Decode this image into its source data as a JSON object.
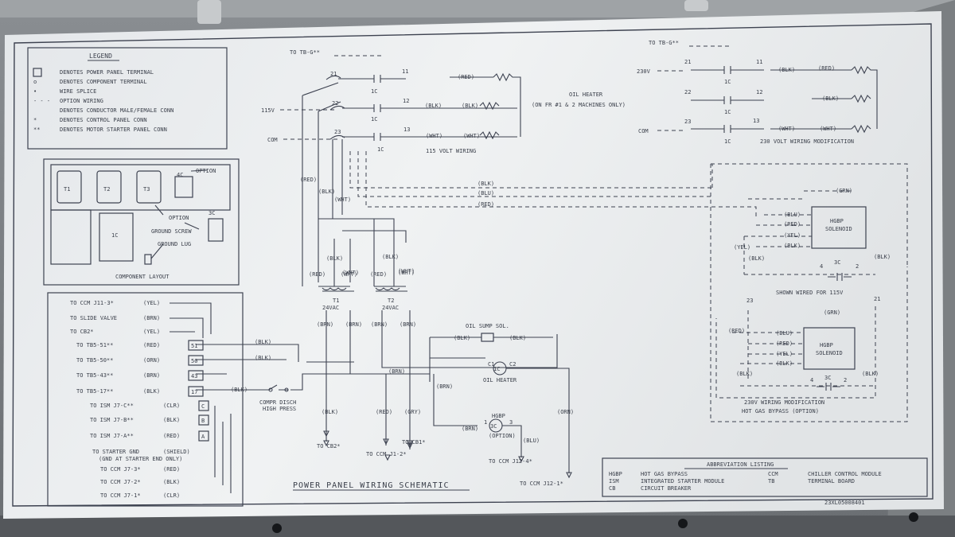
{
  "legend": {
    "title": "LEGEND",
    "items": [
      "DENOTES POWER PANEL TERMINAL",
      "DENOTES COMPONENT TERMINAL",
      "WIRE SPLICE",
      "OPTION WIRING",
      "DENOTES CONDUCTOR MALE/FEMALE CONN",
      "DENOTES CONTROL PANEL CONN",
      "DENOTES MOTOR STARTER PANEL CONN"
    ],
    "item_marks": [
      "",
      "o",
      "•",
      "- - -",
      "",
      "*",
      "**"
    ]
  },
  "component_layout": {
    "title": "COMPONENT LAYOUT",
    "transformers": [
      "T1",
      "T2",
      "T3"
    ],
    "labels": [
      "4C",
      "OPTION",
      "OPTION",
      "3C",
      "1C",
      "GROUND SCREW",
      "GROUND LUG"
    ]
  },
  "wiring_115": {
    "top_label": "TO TB-G**",
    "supply": [
      "115V",
      "COM"
    ],
    "terminals_left": [
      "21",
      "22",
      "23"
    ],
    "terminals_right": [
      "11",
      "12",
      "13"
    ],
    "contactors": [
      "1C",
      "1C",
      "1C"
    ],
    "wire_labels": [
      "(RED)",
      "(BLK)",
      "(BLK)",
      "(WHT)",
      "(WHT)"
    ],
    "caption": "115 VOLT WIRING"
  },
  "oil_heater_note": [
    "OIL HEATER",
    "(ON FR #1 & 2 MACHINES ONLY)"
  ],
  "wiring_230": {
    "top_label": "TO TB-G**",
    "supply": [
      "230V",
      "COM"
    ],
    "terminals_left": [
      "21",
      "22",
      "23"
    ],
    "terminals_right": [
      "11",
      "12",
      "13"
    ],
    "contactors": [
      "1C",
      "1C",
      "1C"
    ],
    "wire_labels": [
      "(BLK)",
      "(RED)",
      "(BLK)",
      "(WHT)",
      "(WHT)"
    ],
    "caption": "230 VOLT WIRING MODIFICATION"
  },
  "bus_wires": [
    "(BLK)",
    "(BLU)",
    "(RED)"
  ],
  "left_drops": [
    "(RED)",
    "(BLK)",
    "(WHT)"
  ],
  "transformers": {
    "t1_name": "T1",
    "t2_name": "T2",
    "voltage": "24VAC",
    "top_labels": [
      "(BLK)",
      "(WHT)",
      "(BLK)",
      "(WHT)"
    ],
    "mid_labels": [
      "(RED)",
      "(WHT)",
      "(RED)",
      "(WHT)"
    ],
    "brn_labels": [
      "(BRN)",
      "(BRN)",
      "(BRN)",
      "(BRN)"
    ],
    "bottom_labels": [
      "(BLK)",
      "(RED)",
      "(GRY)"
    ],
    "dest": [
      "TO CB2*",
      "TO CCM J1-2*",
      "TO CB1*"
    ]
  },
  "left_connections": {
    "rows": [
      {
        "to": "TO CCM J11-3*",
        "wire": "(YEL)",
        "term": ""
      },
      {
        "to": "TO SLIDE VALVE",
        "wire": "(BRN)",
        "term": ""
      },
      {
        "to": "TO CB2*",
        "wire": "(YEL)",
        "term": ""
      },
      {
        "to": "TO TB5-51**",
        "wire": "(RED)",
        "term": "51"
      },
      {
        "to": "TO TB5-50**",
        "wire": "(ORN)",
        "term": "50"
      },
      {
        "to": "TO TB5-43**",
        "wire": "(BRN)",
        "term": "43"
      },
      {
        "to": "TO TB5-17**",
        "wire": "(BLK)",
        "term": "17"
      },
      {
        "to": "TO ISM J7-C**",
        "wire": "(CLR)",
        "term": "C"
      },
      {
        "to": "TO ISM J7-B**",
        "wire": "(BLK)",
        "term": "B"
      },
      {
        "to": "TO ISM J7-A**",
        "wire": "(RED)",
        "term": "A"
      },
      {
        "to": "TO STARTER GND",
        "wire": "(SHIELD)",
        "term": ""
      },
      {
        "to": "TO CCM J7-3*",
        "wire": "(RED)",
        "term": ""
      },
      {
        "to": "TO CCM J7-2*",
        "wire": "(BLK)",
        "term": ""
      },
      {
        "to": "TO CCM J7-1*",
        "wire": "(CLR)",
        "term": ""
      }
    ],
    "gnd_note": "(GND AT STARTER END ONLY)",
    "h_wires": [
      "(BLK)",
      "(BLK)",
      "(BLK)"
    ],
    "switch_label": [
      "COMPR DISCH",
      "HIGH PRESS"
    ]
  },
  "oil_sump": {
    "title": "OIL SUMP SOL.",
    "wires": [
      "(BLK)",
      "(BLK)",
      "(BRN)",
      "(BRN)",
      "(BRN)",
      "(ORN)",
      "(BLU)"
    ],
    "heater": [
      "C1",
      "1C",
      "C2",
      "OIL HEATER"
    ],
    "hgbp": [
      "HGBP",
      "1",
      "3C",
      "3",
      "(OPTION)"
    ],
    "dest": [
      "TO CCM J12-4*",
      "TO CCM J12-1*"
    ]
  },
  "hgbp_115": {
    "wires": [
      "(GRN)",
      "(BLU)",
      "(RED)",
      "(YEL)",
      "(BLK)",
      "(YEL)",
      "(BLK)",
      "(BLK)"
    ],
    "solenoid": [
      "HGBP",
      "SOLENOID"
    ],
    "contact": [
      "4",
      "3C",
      "2"
    ],
    "caption": "SHOWN WIRED FOR 115V"
  },
  "hgbp_230": {
    "terms": [
      "23",
      "21"
    ],
    "wires": [
      "(GRN)",
      "(RED)",
      "(BLU)",
      "(RED)",
      "(YEL)",
      "(BLK)",
      "(BLK)",
      "(BLK)"
    ],
    "solenoid": [
      "HGBP",
      "SOLENOID"
    ],
    "contact": [
      "4",
      "3C",
      "2"
    ],
    "caption": [
      "230V WIRING MODIFICATION",
      "HOT GAS BYPASS (OPTION)"
    ]
  },
  "title": "POWER PANEL WIRING SCHEMATIC",
  "abbreviations": {
    "title": "ABBREVIATION LISTING",
    "left": [
      [
        "HGBP",
        "HOT GAS BYPASS"
      ],
      [
        "ISM",
        "INTEGRATED STARTER MODULE"
      ],
      [
        "CB",
        "CIRCUIT BREAKER"
      ]
    ],
    "right": [
      [
        "CCM",
        "CHILLER CONTROL MODULE"
      ],
      [
        "TB",
        "TERMINAL BOARD"
      ]
    ]
  },
  "drawing_number": "23XL05008401"
}
